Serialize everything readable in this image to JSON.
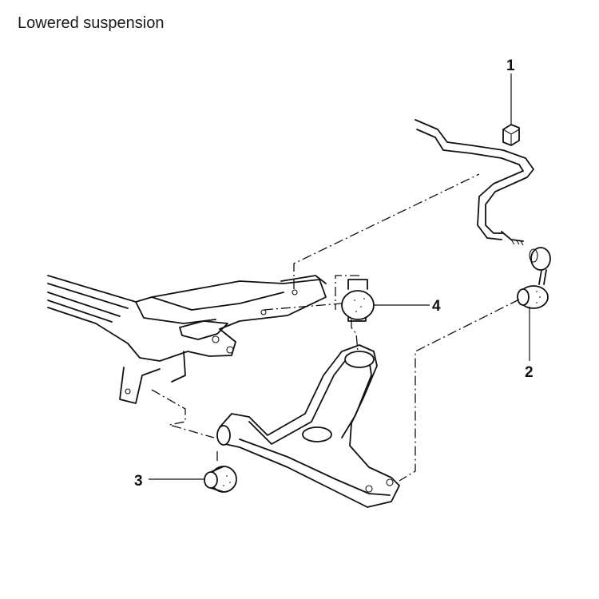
{
  "title": "Lowered suspension",
  "callouts": [
    {
      "id": "1",
      "label": "1"
    },
    {
      "id": "2",
      "label": "2"
    },
    {
      "id": "3",
      "label": "3"
    },
    {
      "id": "4",
      "label": "4"
    }
  ]
}
